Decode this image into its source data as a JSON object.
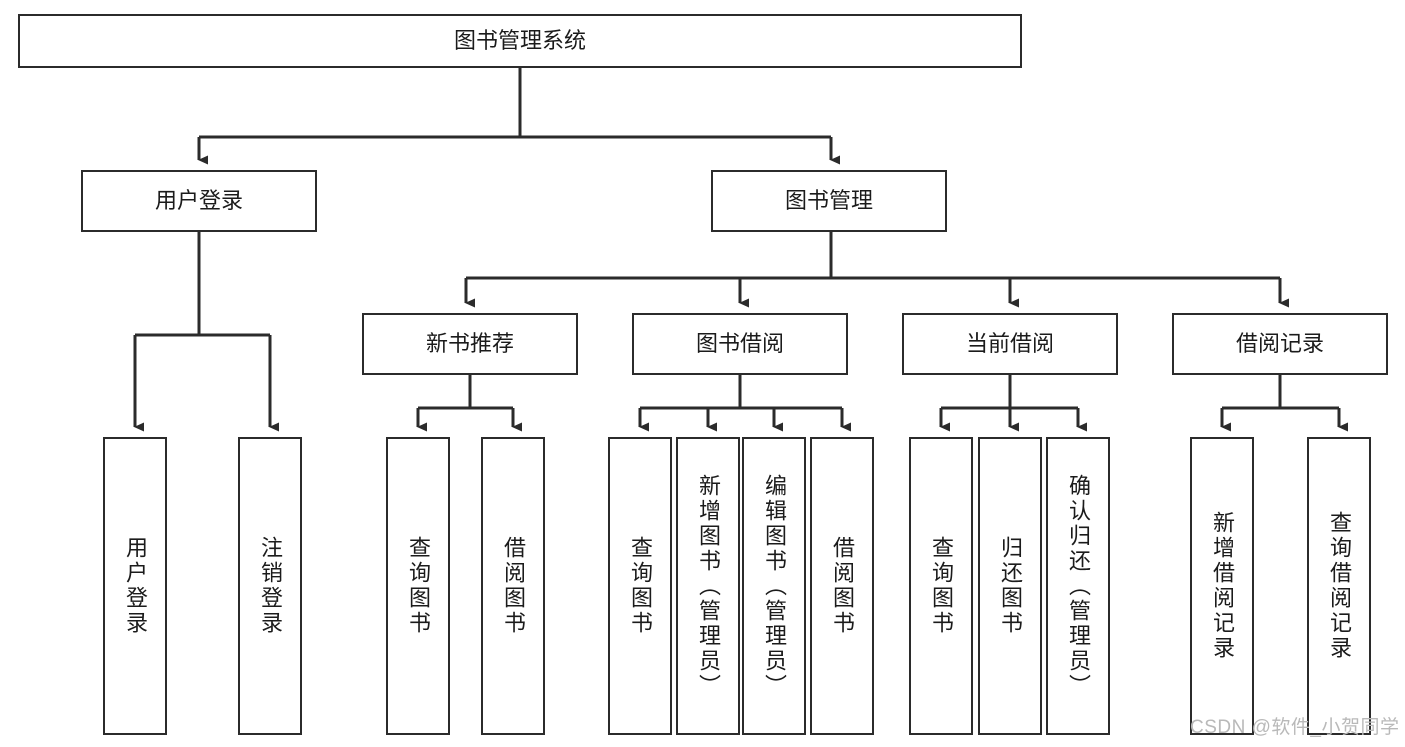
{
  "diagram": {
    "title": "图书管理系统",
    "type": "tree-hierarchy",
    "watermark": "CSDN @软件_小贺同学",
    "colors": {
      "box_border": "#2b2b2b",
      "box_fill": "#ffffff",
      "connector": "#2b2b2b",
      "text": "#1b1b1b",
      "watermark": "#b9b9b9"
    },
    "nodes": {
      "root": {
        "label": "图书管理系统"
      },
      "level2": [
        {
          "label": "用户登录"
        },
        {
          "label": "图书管理"
        }
      ],
      "level3": [
        {
          "label": "新书推荐"
        },
        {
          "label": "图书借阅"
        },
        {
          "label": "当前借阅"
        },
        {
          "label": "借阅记录"
        }
      ],
      "leaves_user_login": [
        {
          "label": "用户登录"
        },
        {
          "label": "注销登录"
        }
      ],
      "leaves_new_book": [
        {
          "label": "查询图书"
        },
        {
          "label": "借阅图书"
        }
      ],
      "leaves_borrow": [
        {
          "label": "查询图书"
        },
        {
          "label": "新增图书（管理员）"
        },
        {
          "label": "编辑图书（管理员）"
        },
        {
          "label": "借阅图书"
        }
      ],
      "leaves_current": [
        {
          "label": "查询图书"
        },
        {
          "label": "归还图书"
        },
        {
          "label": "确认归还（管理员）"
        }
      ],
      "leaves_records": [
        {
          "label": "新增借阅记录"
        },
        {
          "label": "查询借阅记录"
        }
      ]
    }
  }
}
